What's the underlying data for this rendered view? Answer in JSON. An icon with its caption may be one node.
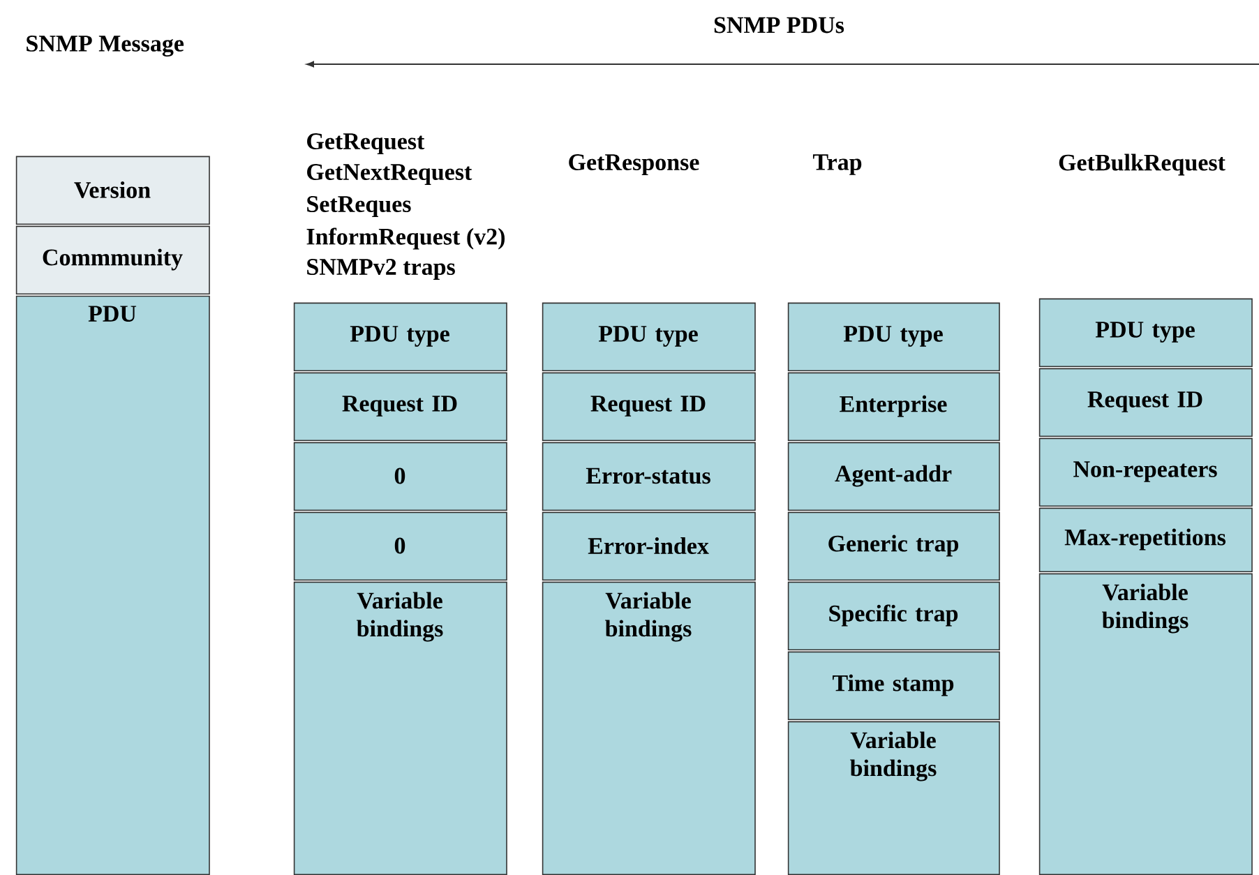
{
  "diagram": {
    "nodes": [
      {
        "text": [
          "Version"
        ]
      },
      {
        "text": [
          "Commmunity"
        ]
      },
      {
        "text": [
          "PDU"
        ]
      },
      {
        "text": [
          "PDU type"
        ]
      },
      {
        "text": [
          "Request ID"
        ]
      },
      {
        "text": [
          "0"
        ]
      },
      {
        "text": [
          "0"
        ]
      },
      {
        "text": [
          "Variable bindings"
        ]
      },
      {
        "text": [
          "PDU type"
        ]
      },
      {
        "text": [
          "Request ID"
        ]
      },
      {
        "text": [
          "Error-status"
        ]
      },
      {
        "text": [
          "Error-index"
        ]
      },
      {
        "text": [
          "Variable bindings"
        ]
      },
      {
        "text": [
          "PDU type"
        ]
      },
      {
        "text": [
          "Enterprise"
        ]
      },
      {
        "text": [
          "Agent-addr"
        ]
      },
      {
        "text": [
          "Generic trap"
        ]
      },
      {
        "text": [
          "Specific trap"
        ]
      },
      {
        "text": [
          "Time stamp"
        ]
      },
      {
        "text": [
          "Variable bindings"
        ]
      },
      {
        "text": [
          "PDU type"
        ]
      },
      {
        "text": [
          "Request ID"
        ]
      },
      {
        "text": [
          "Non-repeaters"
        ]
      },
      {
        "text": [
          "Max-repetitions"
        ]
      },
      {
        "text": [
          "Variable bindings"
        ]
      }
    ],
    "labels": [
      "SNMP PDUs",
      "SNMP Message",
      "GetRequest",
      "GetNextRequest",
      "SetReques",
      "InformRequest (v2)",
      "SNMPv2 traps",
      "GetResponse",
      "Trap",
      "GetBulkRequest"
    ]
  }
}
